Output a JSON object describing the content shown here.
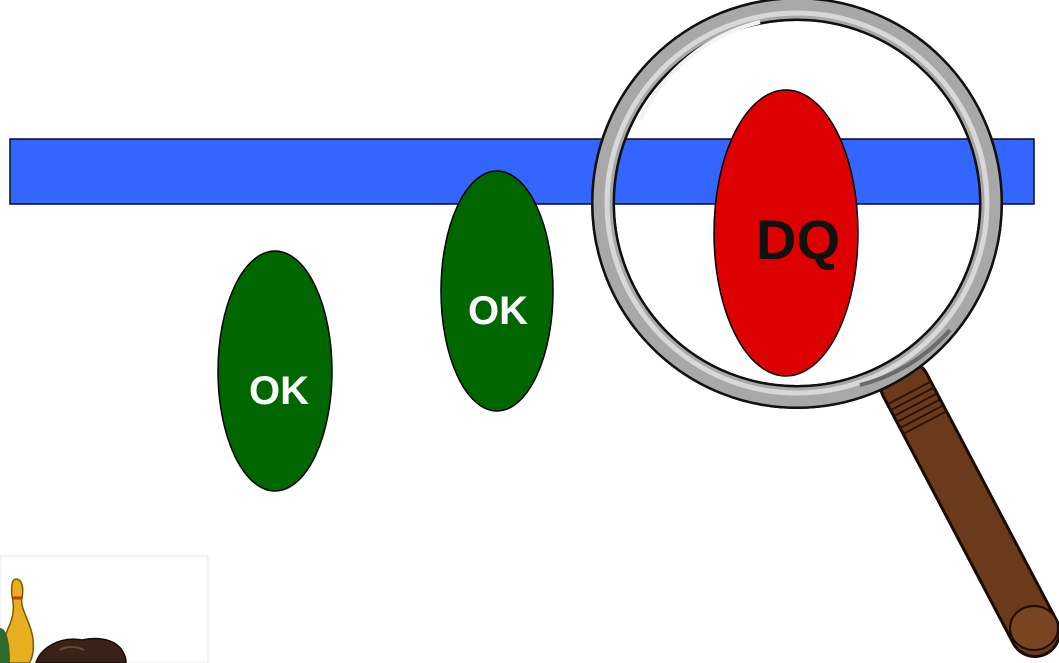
{
  "diagram": {
    "ovals": [
      {
        "label": "OK",
        "status": "pass"
      },
      {
        "label": "OK",
        "status": "pass"
      },
      {
        "label": "DQ",
        "status": "disqualified"
      }
    ]
  },
  "colors": {
    "bar": "#3366ff",
    "pass": "#006600",
    "disqualified": "#dd0000",
    "label_pass": "#ffffff",
    "label_disqualified": "#111111",
    "magnifier_rim": "#a8a8a8",
    "magnifier_handle": "#6b3a1a"
  },
  "icons": {
    "magnifier": "magnifying-glass-icon",
    "bowling": "bowling-pin-icon"
  }
}
